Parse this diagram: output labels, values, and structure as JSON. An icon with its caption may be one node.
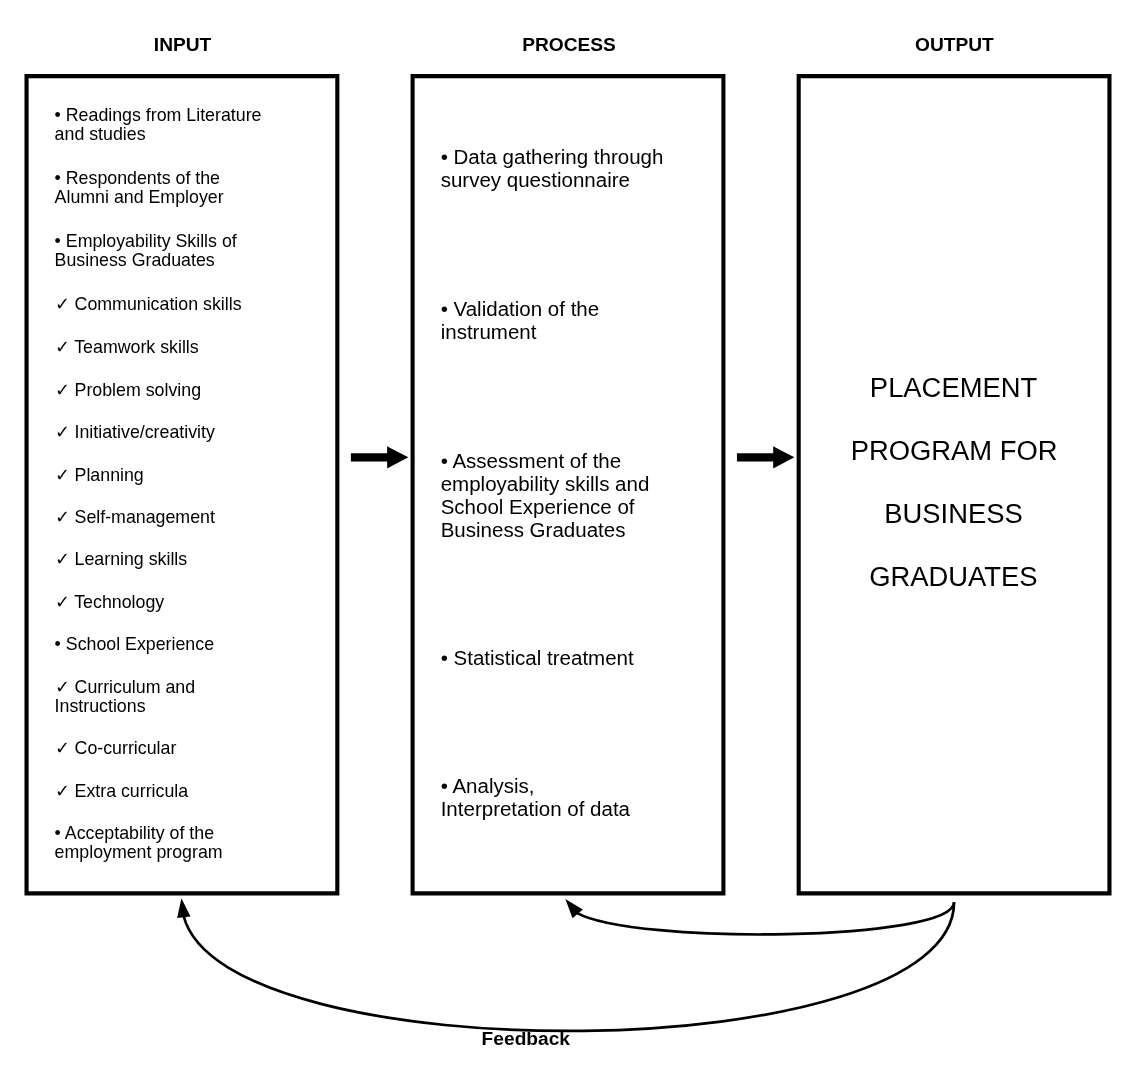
{
  "diagram": {
    "nodes": [
      {
        "text": [
          "INPUT",
          "• Readings from Literature and studies",
          "• Respondents of the Alumni and Employer",
          "• Employability Skills of Business Graduates",
          "✓ Communication skills",
          "✓ Teamwork skills",
          "✓ Problem solving",
          "✓ Initiative/creativity",
          "✓ Planning",
          "✓ Self-management",
          "✓ Learning skills",
          "✓ Technology",
          "• School Experience",
          "✓ Curriculum and Instructions",
          "✓ Co-curricular",
          "✓ Extra curricula",
          "• Acceptability of the employment program"
        ]
      },
      {
        "text": [
          "PROCESS",
          "• Data gathering through survey questionnaire",
          "• Validation of the instrument",
          "• Assessment of the employability skills and School Experience of Business Graduates",
          "• Statistical treatment",
          "• Analysis, Interpretation of data"
        ]
      },
      {
        "text": [
          "OUTPUT",
          "PLACEMENT PROGRAM FOR BUSINESS GRADUATES"
        ]
      }
    ],
    "edges": [
      {
        "from": 0,
        "to": 1,
        "arrow": "to",
        "style": "thick"
      },
      {
        "from": 1,
        "to": 2,
        "arrow": "to",
        "style": "thick"
      },
      {
        "from": 2,
        "to": 0,
        "arrow": "to",
        "label": "Feedback"
      },
      {
        "from": 2,
        "to": 1,
        "arrow": "to"
      }
    ]
  }
}
